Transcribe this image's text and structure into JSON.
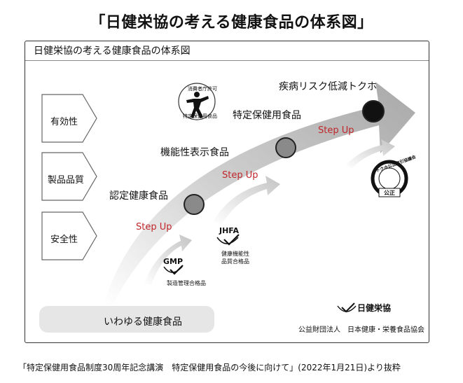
{
  "page_title": "「日健栄協の考える健康食品の体系図」",
  "frame_title": "日健栄協の考える健康食品の体系図",
  "criteria": [
    {
      "label": "有効性"
    },
    {
      "label": "製品品質"
    },
    {
      "label": "安全性"
    }
  ],
  "stages": {
    "certified": "認定健康食品",
    "function_claim": "機能性表示食品",
    "fosh": "特定保健用食品",
    "tokuho_disease": "疾病リスク低減トクホ"
  },
  "step_up_label": "Step  Up",
  "basic_food": "いわゆる健康食品",
  "badges": {
    "gmp": {
      "title": "GMP",
      "caption": "製造管理合格品"
    },
    "jhfa": {
      "title": "JHFA",
      "caption_line1": "健康機能性",
      "caption_line2": "品質合格品"
    },
    "tokuho_mark_top": "消費者庁許可",
    "tokuho_mark_bottom": "特定保健用食品",
    "seal_text": "トクホ公正取引協議会",
    "seal_center": "公正"
  },
  "org": {
    "logo_text": "日健栄協",
    "name": "公益財団法人　日本健康・栄養食品協会"
  },
  "footer": "「特定保健用食品制度30周年記念講演　特定保健用食品の今後に向けて」(2022年1月21日)より抜粋",
  "colors": {
    "accent_red": "#c0262b",
    "arrow_gray": "#d4d4d4",
    "dot_dark": "#111111"
  }
}
